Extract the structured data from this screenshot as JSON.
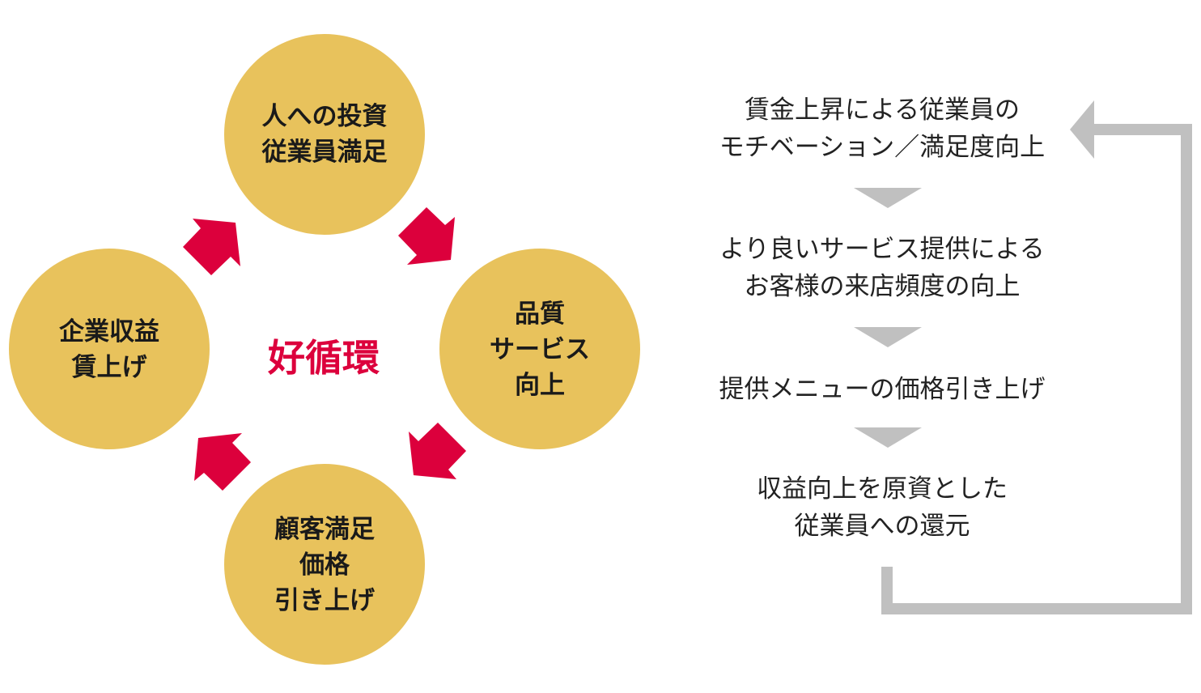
{
  "colors": {
    "circle": "#e8c25c",
    "arrow": "#dc003c",
    "loop": "#c0c0c0"
  },
  "cycle": {
    "center": "好循環",
    "top": [
      "人への投資",
      "従業員満足"
    ],
    "right": [
      "品質",
      "サービス",
      "向上"
    ],
    "bottom": [
      "顧客満足",
      "価格",
      "引き上げ"
    ],
    "left": [
      "企業収益",
      "賃上げ"
    ]
  },
  "steps": [
    [
      "賃金上昇による従業員の",
      "モチベーション／満足度向上"
    ],
    [
      "より良いサービス提供による",
      "お客様の来店頻度の向上"
    ],
    [
      "提供メニューの価格引き上げ"
    ],
    [
      "収益向上を原資とした",
      "従業員への還元"
    ]
  ]
}
